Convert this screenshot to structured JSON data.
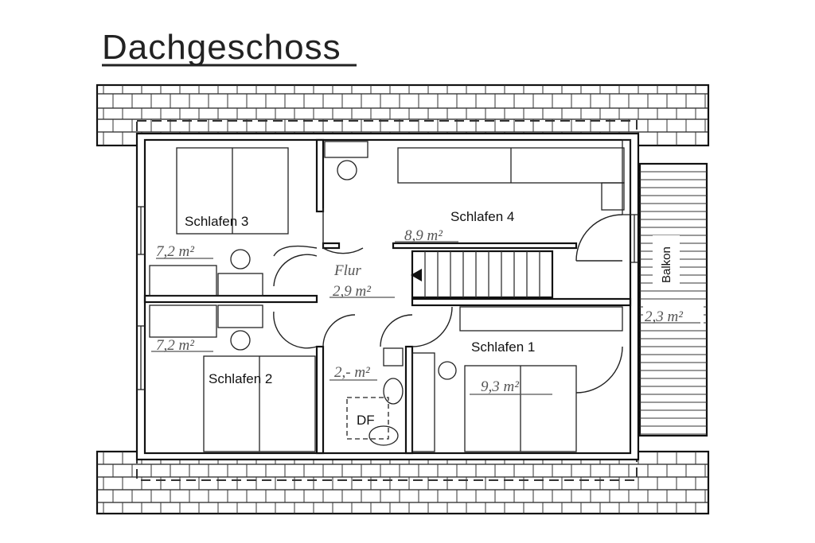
{
  "title": "Dachgeschoss",
  "rooms": {
    "schlafen3": {
      "name": "Schlafen 3",
      "area": "7,2 m²"
    },
    "schlafen4": {
      "name": "Schlafen 4",
      "area": "8,9 m²"
    },
    "flur": {
      "name": "Flur",
      "area": "2,9 m²"
    },
    "schlafen2": {
      "name": "Schlafen 2",
      "area": "7,2 m²"
    },
    "schlafen1": {
      "name": "Schlafen 1",
      "area": "9,3 m²"
    },
    "bad": {
      "area": "2,- m²"
    },
    "dusche": {
      "name": "DF"
    },
    "balkon": {
      "name": "Balkon",
      "area": "2,3 m²"
    }
  },
  "colors": {
    "ink": "#111111",
    "pencil": "#555555",
    "paper": "#ffffff"
  }
}
